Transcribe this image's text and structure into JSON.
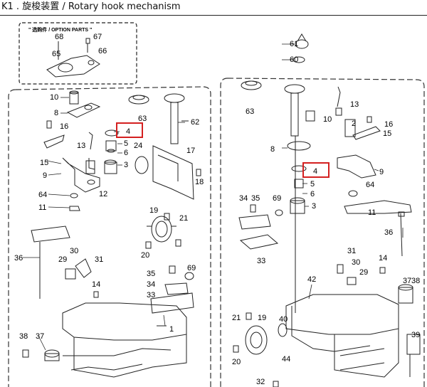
{
  "header": {
    "title": "K1 . 旋梭装置 / Rotary hook mechanism"
  },
  "option_parts": {
    "label": "\" 选购件 / OPTION PARTS \"",
    "numbers": [
      "68",
      "67",
      "65",
      "66"
    ]
  },
  "callouts": [
    "61",
    "60",
    "10",
    "8",
    "63",
    "62",
    "16",
    "4",
    "5",
    "6",
    "3",
    "24",
    "17",
    "13",
    "15",
    "9",
    "18",
    "64",
    "12",
    "11",
    "19",
    "21",
    "20",
    "36",
    "29",
    "30",
    "31",
    "14",
    "35",
    "69",
    "34",
    "33",
    "38",
    "37",
    "1",
    "63",
    "13",
    "10",
    "16",
    "2",
    "15",
    "8",
    "4",
    "9",
    "64",
    "34",
    "35",
    "69",
    "5",
    "6",
    "3",
    "11",
    "36",
    "33",
    "31",
    "30",
    "29",
    "14",
    "37",
    "38",
    "42",
    "21",
    "19",
    "40",
    "44",
    "20",
    "32",
    "39"
  ],
  "highlight": {
    "color": "#d42020"
  }
}
